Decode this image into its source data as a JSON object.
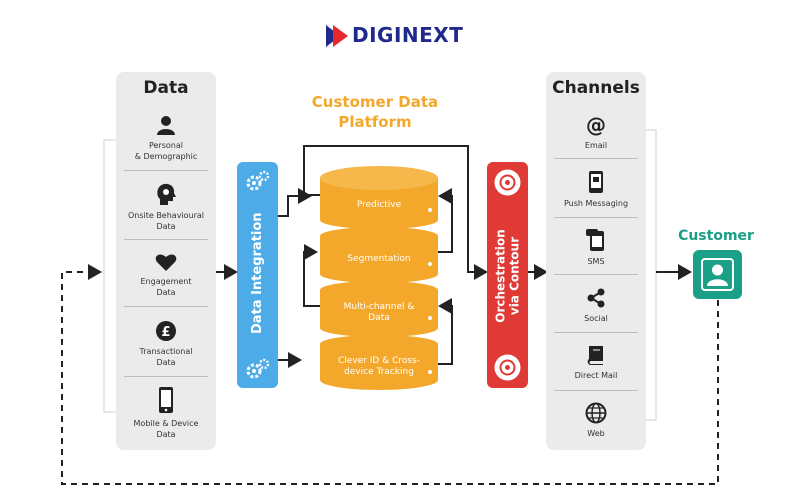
{
  "header": {
    "brand": "DIGINEXT"
  },
  "data_panel": {
    "title": "Data",
    "items": [
      {
        "icon": "person-icon",
        "label_1": "Personal",
        "label_2": "& Demographic"
      },
      {
        "icon": "head-gear-icon",
        "label_1": "Onsite Behavioural",
        "label_2": "Data"
      },
      {
        "icon": "heart-icon",
        "label_1": "Engagement",
        "label_2": "Data"
      },
      {
        "icon": "pound-icon",
        "label_1": "Transactional",
        "label_2": "Data"
      },
      {
        "icon": "phone-icon",
        "label_1": "Mobile & Device",
        "label_2": "Data"
      }
    ]
  },
  "integration": {
    "label": "Data Integration",
    "icon": "gears-icon"
  },
  "cdp": {
    "title_1": "Customer Data",
    "title_2": "Platform",
    "layers": [
      {
        "label_1": "Predictive",
        "label_2": ""
      },
      {
        "label_1": "Segmentation",
        "label_2": ""
      },
      {
        "label_1": "Multi-channel &",
        "label_2": "Data"
      },
      {
        "label_1": "Clever ID & Cross-",
        "label_2": "device Tracking"
      }
    ]
  },
  "orchestration": {
    "label_1": "Orchestration",
    "label_2": "via Contour",
    "icon": "target-icon"
  },
  "channels_panel": {
    "title": "Channels",
    "items": [
      {
        "icon": "at-icon",
        "label": "Email"
      },
      {
        "icon": "mobile-push-icon",
        "label": "Push Messaging"
      },
      {
        "icon": "sms-icon",
        "label": "SMS"
      },
      {
        "icon": "share-icon",
        "label": "Social"
      },
      {
        "icon": "book-icon",
        "label": "Direct Mail"
      },
      {
        "icon": "globe-icon",
        "label": "Web"
      }
    ]
  },
  "customer": {
    "label": "Customer",
    "icon": "user-icon"
  },
  "colors": {
    "brand_blue": "#1f2a8a",
    "brand_red": "#e8272c",
    "panel": "#ebebeb",
    "integration_blue": "#4dabe8",
    "cdp_orange": "#f4a82b",
    "orchestration_red": "#e03a36",
    "customer_teal": "#1aa086"
  }
}
